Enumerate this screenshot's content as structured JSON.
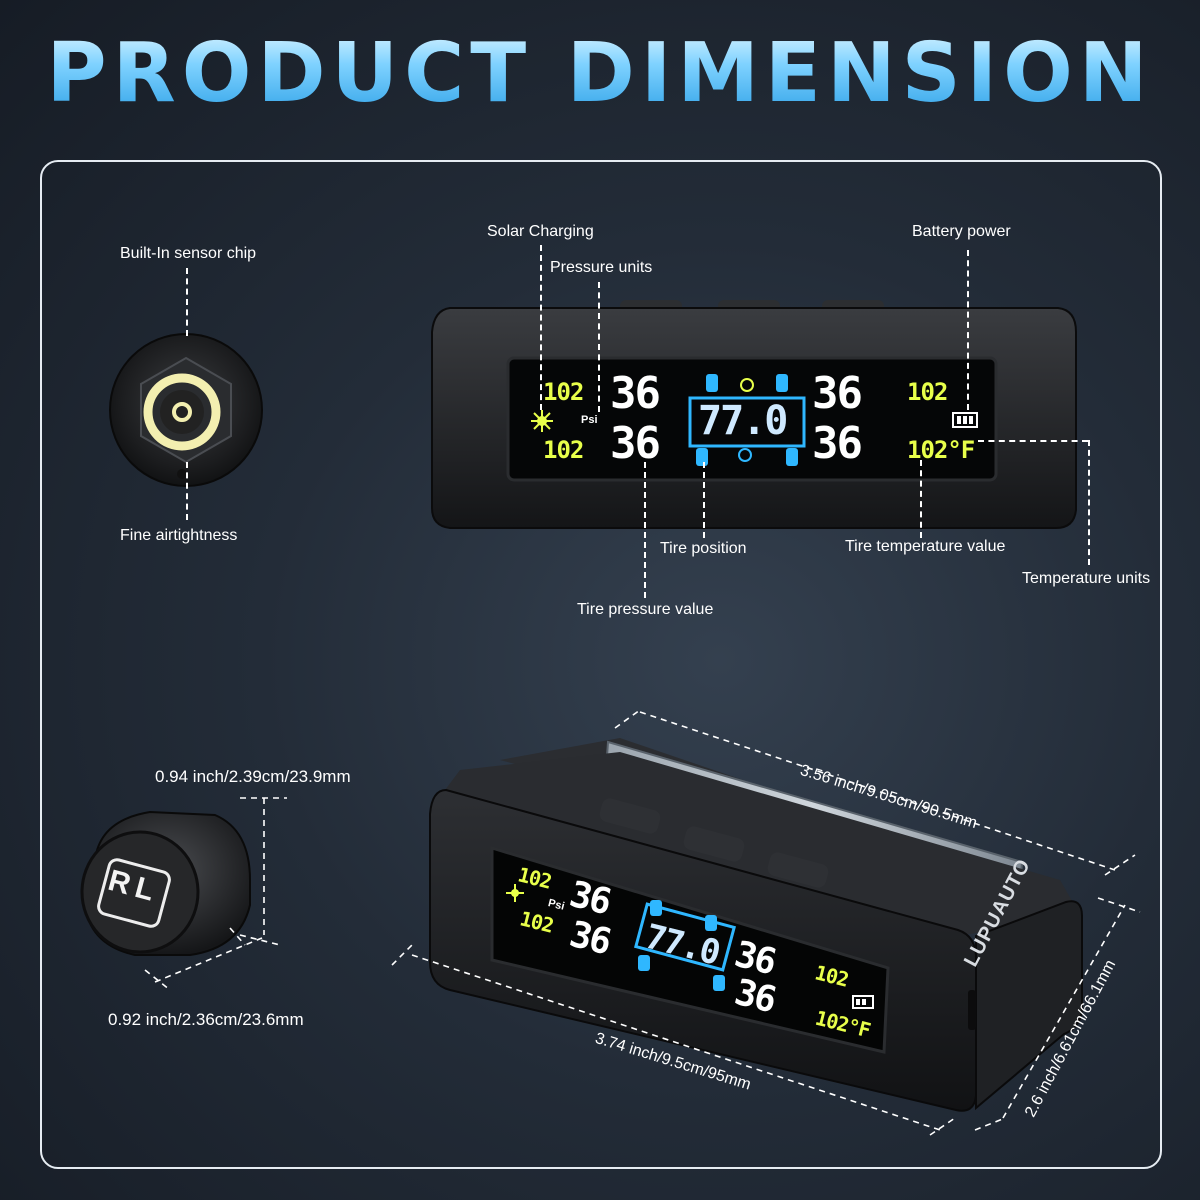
{
  "title": "PRODUCT DIMENSION",
  "callouts": {
    "built_in_sensor_chip": "Built-In sensor chip",
    "fine_airtightness": "Fine airtightness",
    "solar_charging": "Solar Charging",
    "pressure_units": "Pressure units",
    "battery_power": "Battery power",
    "tire_position": "Tire position",
    "tire_temperature_value": "Tire temperature value",
    "temperature_units": "Temperature units",
    "tire_pressure_value": "Tire pressure value"
  },
  "dimensions": {
    "sensor_height": "0.94 inch/2.39cm/23.9mm",
    "sensor_width": "0.92 inch/2.36cm/23.6mm",
    "monitor_depth": "3.56 inch/9.05cm/90.5mm",
    "monitor_length": "3.74 inch/9.5cm/95mm",
    "monitor_height": "2.6 inch/6.61cm/66.1mm"
  },
  "display": {
    "pressure_value": "36",
    "temperature_value": "102",
    "temperature_value_f": "102°F",
    "center_value": "77.0",
    "pressure_unit": "Psi"
  },
  "sensor_cap_text": "RL",
  "brand_text": "LUPUAUTO"
}
